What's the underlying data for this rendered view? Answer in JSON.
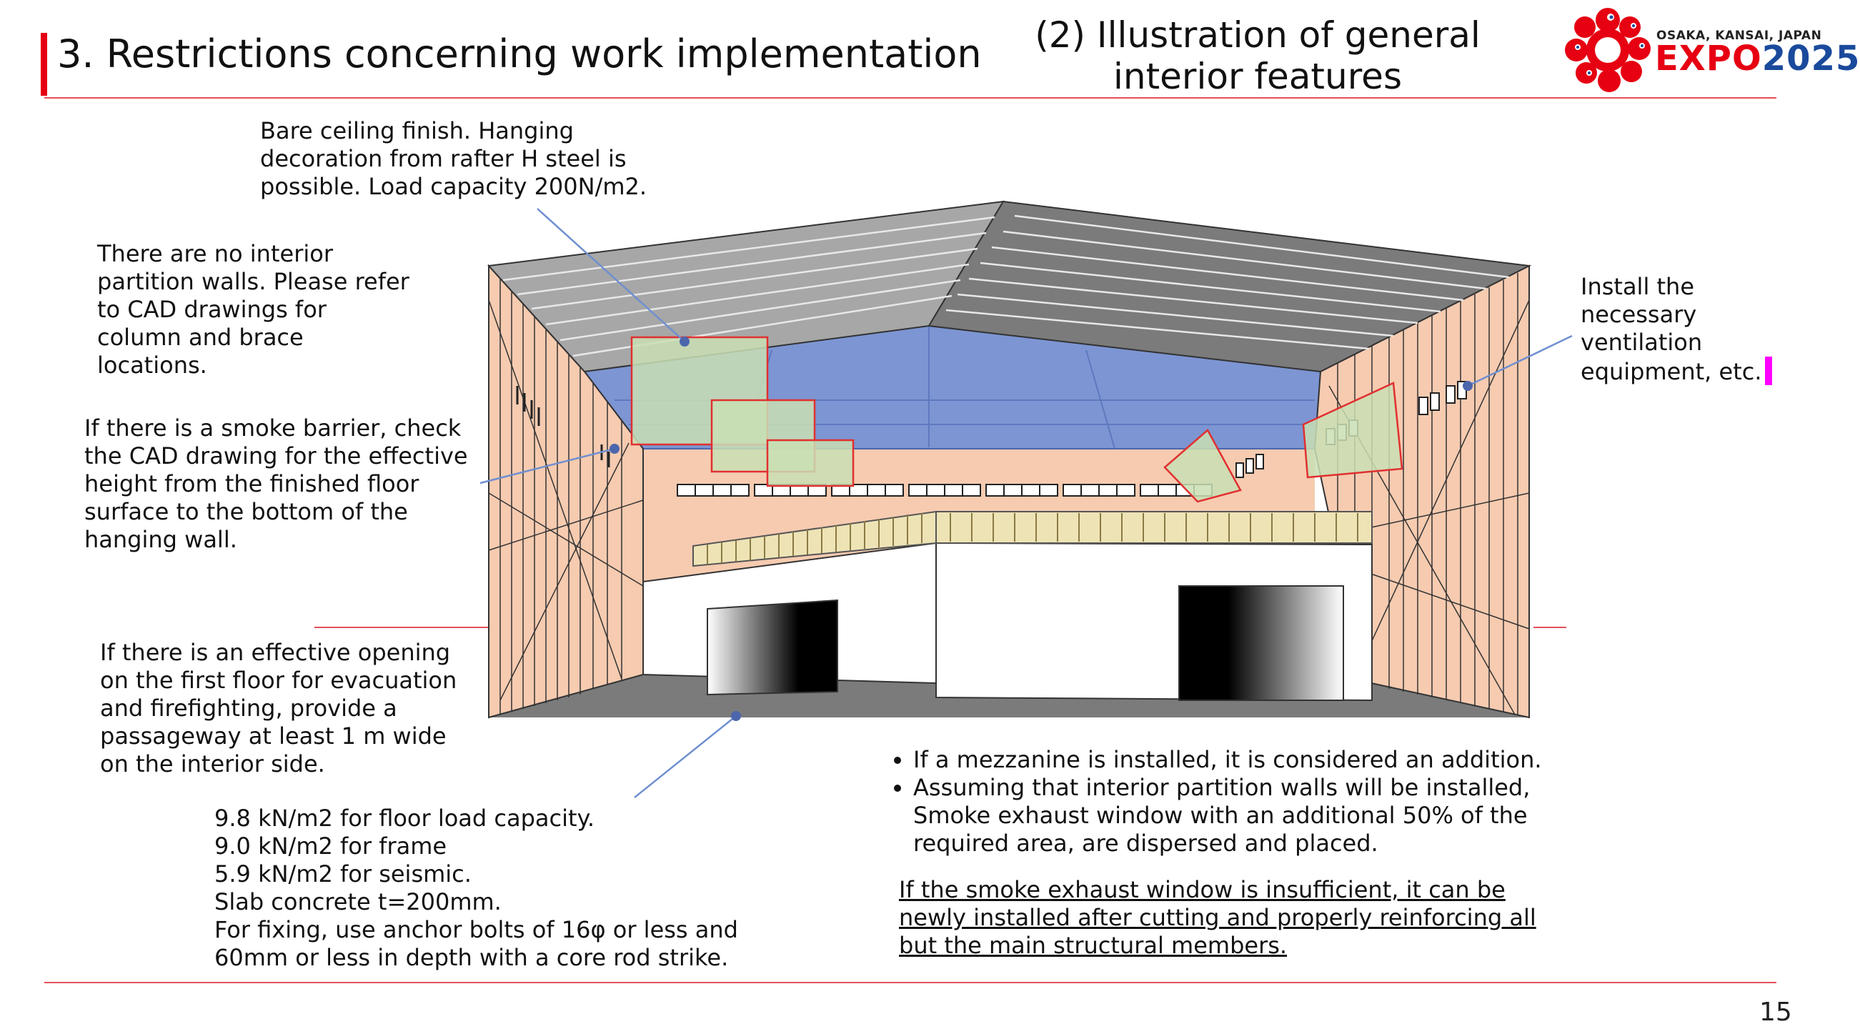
{
  "header": {
    "title": "3. Restrictions concerning work implementation",
    "subtitle": "(2) Illustration of general interior features",
    "logo": {
      "tagline": "OSAKA, KANSAI, JAPAN",
      "word": "EXPO",
      "year": "2025"
    }
  },
  "notes": {
    "ceiling": "Bare ceiling finish. Hanging decoration from rafter H steel is possible. Load capacity 200N/m2.",
    "partition": "There are no interior partition walls. Please refer to CAD drawings for column and brace locations.",
    "smoke_barrier": "If there is a smoke barrier, check the CAD drawing for the effective height from the finished floor surface to the bottom of the hanging wall.",
    "ventilation": "Install the necessary ventilation equipment, etc.",
    "opening": "If there is an effective opening on the first floor for evacuation and firefighting, provide a passageway at least 1 m wide on the interior side.",
    "floor_load": [
      "9.8 kN/m2 for floor load capacity.",
      "9.0 kN/m2 for frame",
      "5.9 kN/m2 for seismic.",
      "Slab concrete t=200mm.",
      "For fixing, use anchor bolts of 16φ or less and",
      "60mm or less in depth with a core rod strike."
    ],
    "bullets": [
      "If a mezzanine is installed, it is considered an addition.",
      "Assuming that interior partition walls will be installed, Smoke exhaust window with an additional 50% of the required area, are dispersed and placed."
    ],
    "underlined": "If the smoke exhaust window is insufficient, it can be newly installed after cutting and properly reinforcing all but the main structural members."
  },
  "colors": {
    "accent_red": "#e60012",
    "rule_red": "#e4505a",
    "expo_blue": "#1a4a9c",
    "wall_peach": "#f6cbb0",
    "ceiling_blue": "#7d95d2",
    "roof_gray": "#8a8a8a",
    "smoke_barrier_fill": "#c9dfb4",
    "leader_line": "#6f8fd0"
  },
  "page_number": "15"
}
